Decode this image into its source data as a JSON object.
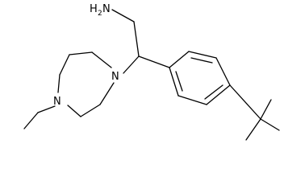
{
  "molecule": {
    "labels": {
      "amine_h": "H",
      "amine_sub": "2",
      "amine_n": "N",
      "ring_n_top": "N",
      "ring_n_bottom": "N"
    },
    "colors": {
      "bond": "#000000",
      "text": "#000000",
      "background": "#ffffff"
    }
  }
}
